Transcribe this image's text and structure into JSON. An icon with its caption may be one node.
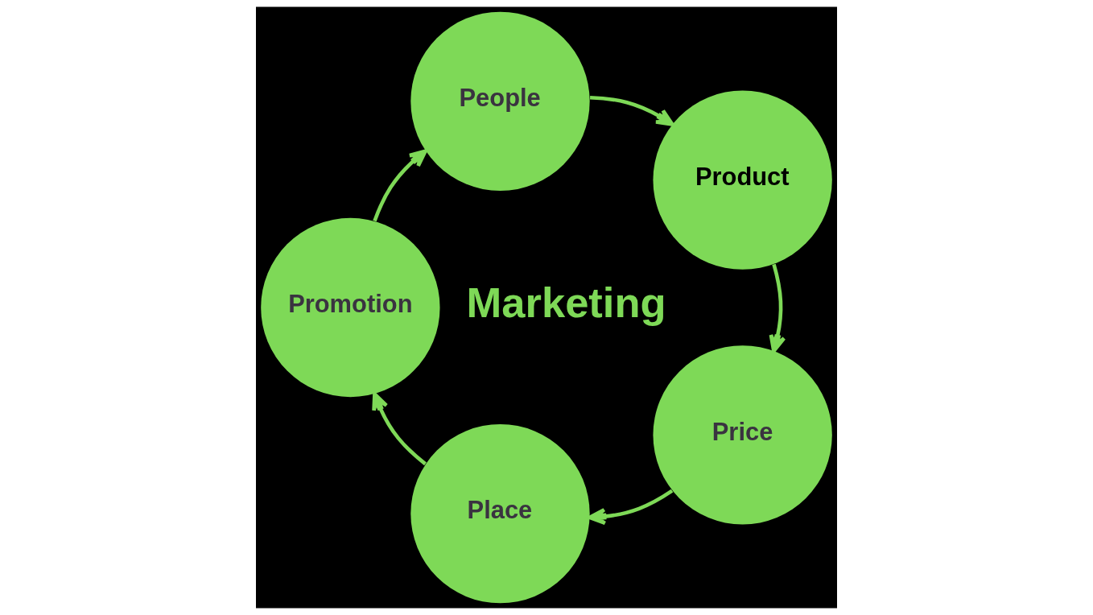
{
  "diagram": {
    "nodes": [
      {
        "text": [
          "People"
        ]
      },
      {
        "text": [
          "Product"
        ]
      },
      {
        "text": [
          "Price"
        ]
      },
      {
        "text": [
          "Place"
        ]
      },
      {
        "text": [
          "Promotion"
        ]
      }
    ],
    "edges": [
      {
        "from": 0,
        "to": 1,
        "arrow": "to"
      },
      {
        "from": 1,
        "to": 2,
        "arrow": "to"
      },
      {
        "from": 2,
        "to": 3,
        "arrow": "to"
      },
      {
        "from": 3,
        "to": 4,
        "arrow": "to"
      },
      {
        "from": 4,
        "to": 0,
        "arrow": "to"
      }
    ],
    "labels": [
      "Marketing"
    ]
  }
}
